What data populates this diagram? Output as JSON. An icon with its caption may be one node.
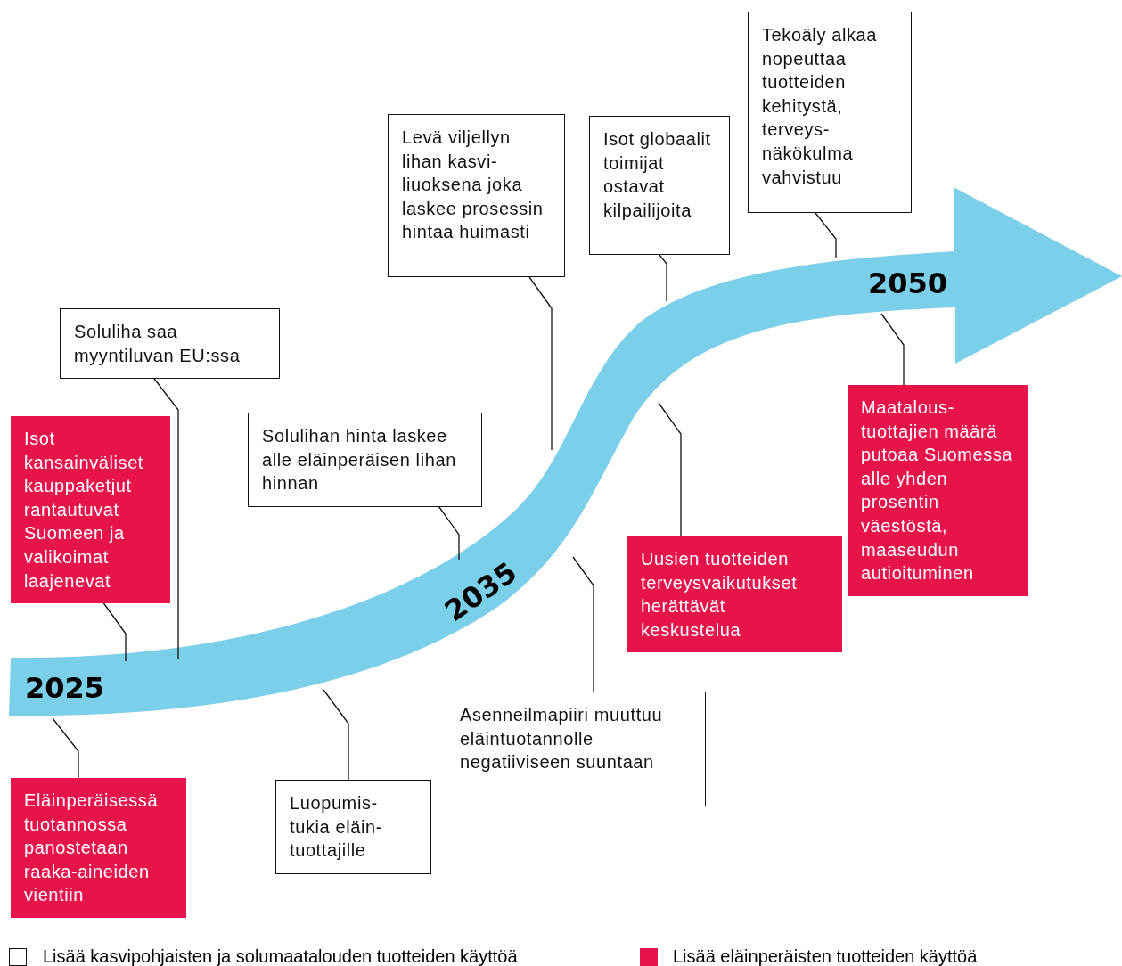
{
  "diagram": {
    "nodes": [
      {
        "text": [
          "2025",
          "2035",
          "2050"
        ]
      },
      {
        "text": [
          "Soluliha saa myyntiluvan EU:ssa"
        ]
      },
      {
        "text": [
          "Isot kansainväliset kauppaketjut rantautuvat Suomeen ja valikoimat laajenevat"
        ]
      },
      {
        "text": [
          "Levä viljellyn lihan kasvi- liuoksena joka laskee prosessin hintaa huimasti"
        ]
      },
      {
        "text": [
          "Solulihan hinta laskee alle eläinperäisen lihan hinnan"
        ]
      },
      {
        "text": [
          "Isot globaalit toimijat ostavat kilpailijoita"
        ]
      },
      {
        "text": [
          "Tekoäly alkaa nopeuttaa tuotteiden kehitystä, terveys- näkökulma vahvistuu"
        ]
      },
      {
        "text": [
          "Maatalous- tuottajien määrä putoaa Suomessa alle yhden prosentin väestöstä, maaseudun autioituminen"
        ]
      },
      {
        "text": [
          "Uusien tuotteiden terveysvaikutukset herättävät keskustelua"
        ]
      },
      {
        "text": [
          "Asenneilmapiiri muuttuu eläintuotannolle negatiiviseen suuntaan"
        ]
      },
      {
        "text": [
          "Luopumis- tukia eläin- tuottajille"
        ]
      },
      {
        "text": [
          "Eläinperäisessä tuotannossa panostetaan raaka-aineiden vientiin"
        ]
      }
    ],
    "edges": [
      {
        "from": 1,
        "to": 0,
        "arrow": "none"
      },
      {
        "from": 2,
        "to": 0,
        "arrow": "none"
      },
      {
        "from": 3,
        "to": 0,
        "arrow": "none"
      },
      {
        "from": 4,
        "to": 0,
        "arrow": "none"
      },
      {
        "from": 5,
        "to": 0,
        "arrow": "none"
      },
      {
        "from": 6,
        "to": 0,
        "arrow": "none"
      },
      {
        "from": 7,
        "to": 0,
        "arrow": "none"
      },
      {
        "from": 8,
        "to": 0,
        "arrow": "none"
      },
      {
        "from": 9,
        "to": 0,
        "arrow": "none"
      },
      {
        "from": 10,
        "to": 0,
        "arrow": "none"
      },
      {
        "from": 11,
        "to": 0,
        "arrow": "none"
      }
    ],
    "legend": [
      {
        "text": "Lisää kasvipohjaisten ja solumaatalouden tuotteiden käyttöä",
        "color": "#ffffff"
      },
      {
        "text": "Lisää eläinperäisten tuotteiden käyttöä",
        "color": "#e8134b"
      }
    ]
  }
}
